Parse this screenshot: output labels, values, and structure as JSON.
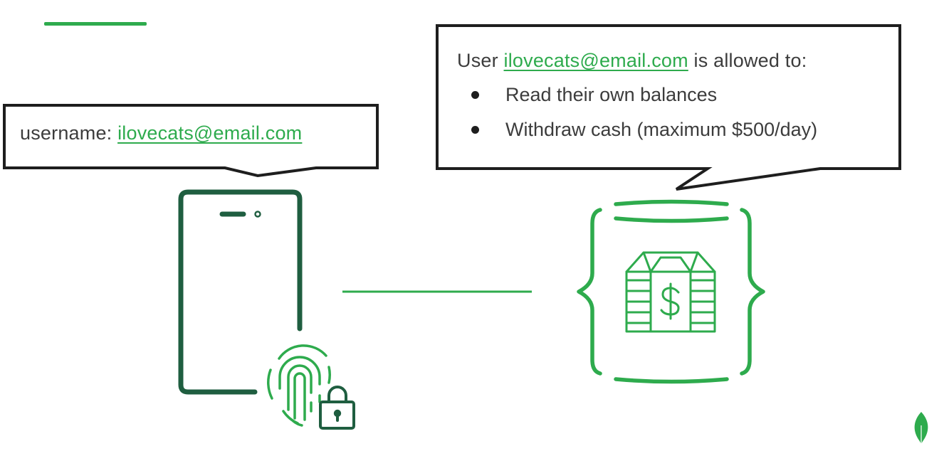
{
  "login_bubble": {
    "prefix": "username: ",
    "email": "ilovecats@email.com"
  },
  "permissions_bubble": {
    "prefix": "User ",
    "email": "ilovecats@email.com",
    "suffix": " is allowed to:",
    "items": [
      "Read their own balances",
      "Withdraw cash (maximum $500/day)"
    ]
  },
  "icons": [
    "phone-icon",
    "fingerprint-icon",
    "lock-icon",
    "database-braces-icon",
    "cash-stack-icon",
    "leaf-logo-icon"
  ],
  "colors": {
    "accent_green": "#2eab4d",
    "dark_green": "#1f5e40",
    "text": "#3c3c3c",
    "border": "#1e1e1e"
  }
}
